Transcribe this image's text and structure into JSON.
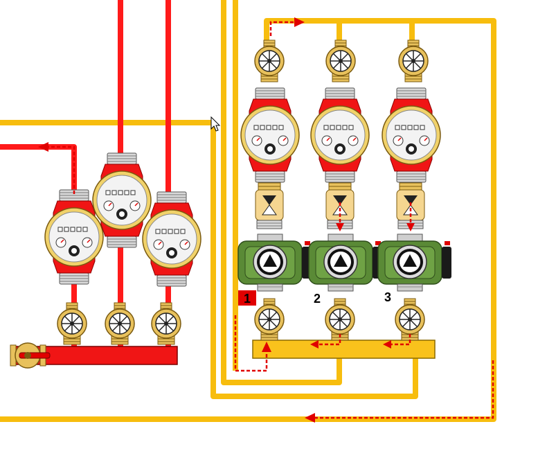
{
  "pump_labels": [
    "1",
    "2",
    "3"
  ],
  "colors": {
    "supply_pipe": "#ff1a1a",
    "return_pipe": "#f7bd0e",
    "manifold_red": "#f01515",
    "manifold_yellow": "#f9c21c",
    "pump_body": "#5a8a36",
    "brass": "#f2c96a",
    "flow_arrow": "#e00000",
    "label_box": "#e00000"
  },
  "icons": {
    "water_meter": "water-meter-icon",
    "ball_valve": "ball-valve-icon",
    "check_valve": "check-valve-icon",
    "circulation_pump": "circulation-pump-icon",
    "cursor": "mouse-cursor-icon"
  }
}
